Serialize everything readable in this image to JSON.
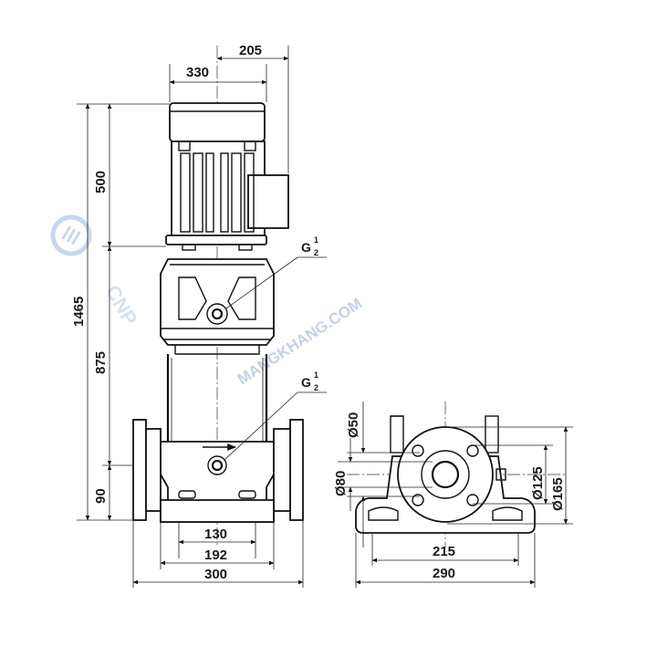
{
  "watermark": {
    "brand": "CNP",
    "website": "MANGKHANG.COM"
  },
  "front_view": {
    "dims_top": {
      "width_overall": "330",
      "offset": "205"
    },
    "dims_left": {
      "total_height": "1465",
      "motor_height": "500",
      "pump_height": "875",
      "inlet_height": "90"
    },
    "dims_bottom": {
      "d1": "130",
      "d2": "192",
      "d3": "300"
    },
    "ports": [
      {
        "label": "G",
        "sup": "1",
        "sub": "2"
      },
      {
        "label": "G",
        "sup": "1",
        "sub": "2"
      }
    ]
  },
  "base_view": {
    "dims_left": {
      "d_a": "Ø50",
      "d_b": "Ø80"
    },
    "dims_right": {
      "d_c": "Ø125",
      "d_d": "Ø165"
    },
    "dims_bottom": {
      "d_e": "215",
      "d_f": "290"
    }
  },
  "colors": {
    "line": "#111111",
    "watermark": "#c9d7ea"
  }
}
